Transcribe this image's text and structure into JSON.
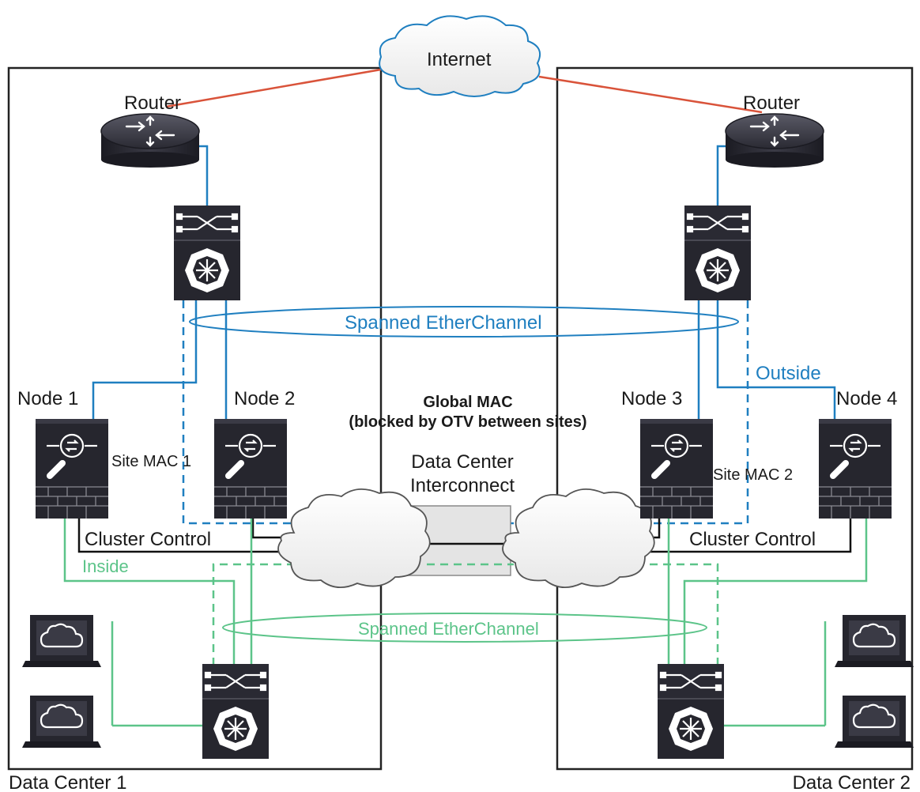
{
  "cloud_label": "Internet",
  "routers": {
    "left_label": "Router",
    "right_label": "Router"
  },
  "nodes": [
    {
      "label": "Node 1"
    },
    {
      "label": "Node 2"
    },
    {
      "label": "Node 3"
    },
    {
      "label": "Node 4"
    }
  ],
  "site_mac": {
    "left": "Site MAC 1",
    "right": "Site MAC 2"
  },
  "spanned_outside": "Spanned EtherChannel",
  "spanned_inside": "Spanned EtherChannel",
  "global_mac": {
    "line1": "Global MAC",
    "line2": "(blocked by OTV between sites)"
  },
  "dci": {
    "line1": "Data Center",
    "line2": "Interconnect"
  },
  "cluster_control": {
    "left": "Cluster Control",
    "right": "Cluster Control"
  },
  "inside_label": "Inside",
  "outside_label": "Outside",
  "data_centers": {
    "left": "Data Center 1",
    "right": "Data Center 2"
  },
  "colors": {
    "internet_link": "#d9533a",
    "outside_link": "#1f7fc0",
    "inside_link": "#5cc489",
    "control_link": "#111111",
    "device_dark": "#26262e",
    "border": "#222222"
  }
}
